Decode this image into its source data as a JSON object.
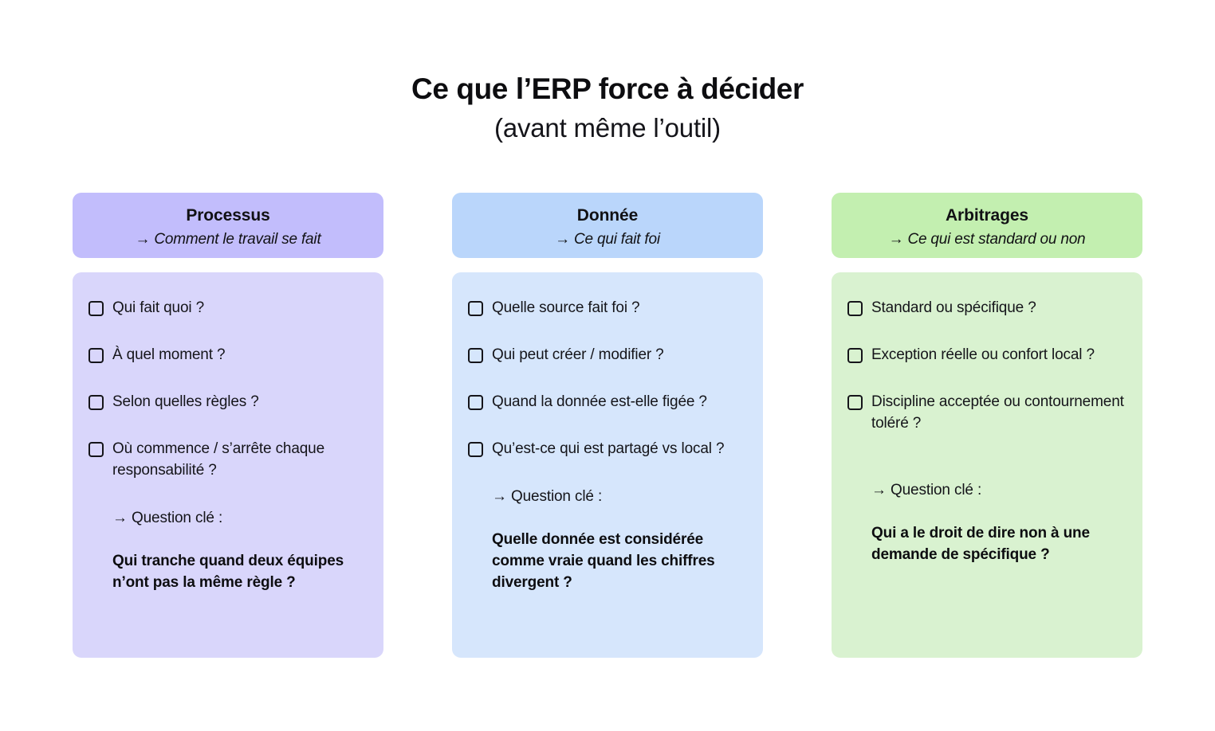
{
  "header": {
    "title": "Ce que l’ERP force à décider",
    "subtitle": "(avant même l’outil)"
  },
  "arrow_glyph": "→",
  "colors": {
    "purple_header": "#c2bdfc",
    "purple_body": "#d9d6fb",
    "blue_header": "#bad6fb",
    "blue_body": "#d6e6fc",
    "green_header": "#c3efb0",
    "green_body": "#d9f2d0",
    "text": "#15151a",
    "page_background": "#ffffff"
  },
  "columns": [
    {
      "id": "processus",
      "header": {
        "title": "Processus",
        "subtitle": "Comment le travail se fait"
      },
      "items": [
        "Qui fait quoi ?",
        "À quel moment ?",
        "Selon quelles règles ?",
        "Où commence / s’arrête chaque responsabilité ?"
      ],
      "key": {
        "lead": "Question clé :",
        "question": "Qui tranche quand deux équipes n’ont pas la même règle ?"
      }
    },
    {
      "id": "donnee",
      "header": {
        "title": "Donnée",
        "subtitle": "Ce qui fait foi"
      },
      "items": [
        "Quelle source fait foi ?",
        "Qui peut créer / modifier ?",
        "Quand la donnée est-elle figée ?",
        "Qu’est-ce qui est partagé vs local ?"
      ],
      "key": {
        "lead": "Question clé :",
        "question": "Quelle donnée est considérée comme vraie quand les chiffres divergent ?"
      }
    },
    {
      "id": "arbitrages",
      "header": {
        "title": "Arbitrages",
        "subtitle": "Ce qui est standard ou non"
      },
      "items": [
        "Standard ou spécifique ?",
        "Exception réelle ou confort local ?",
        "Discipline acceptée ou contournement toléré ?"
      ],
      "key": {
        "lead": "Question clé :",
        "question": "Qui a le droit de dire non à une demande de spécifique ?"
      }
    }
  ]
}
